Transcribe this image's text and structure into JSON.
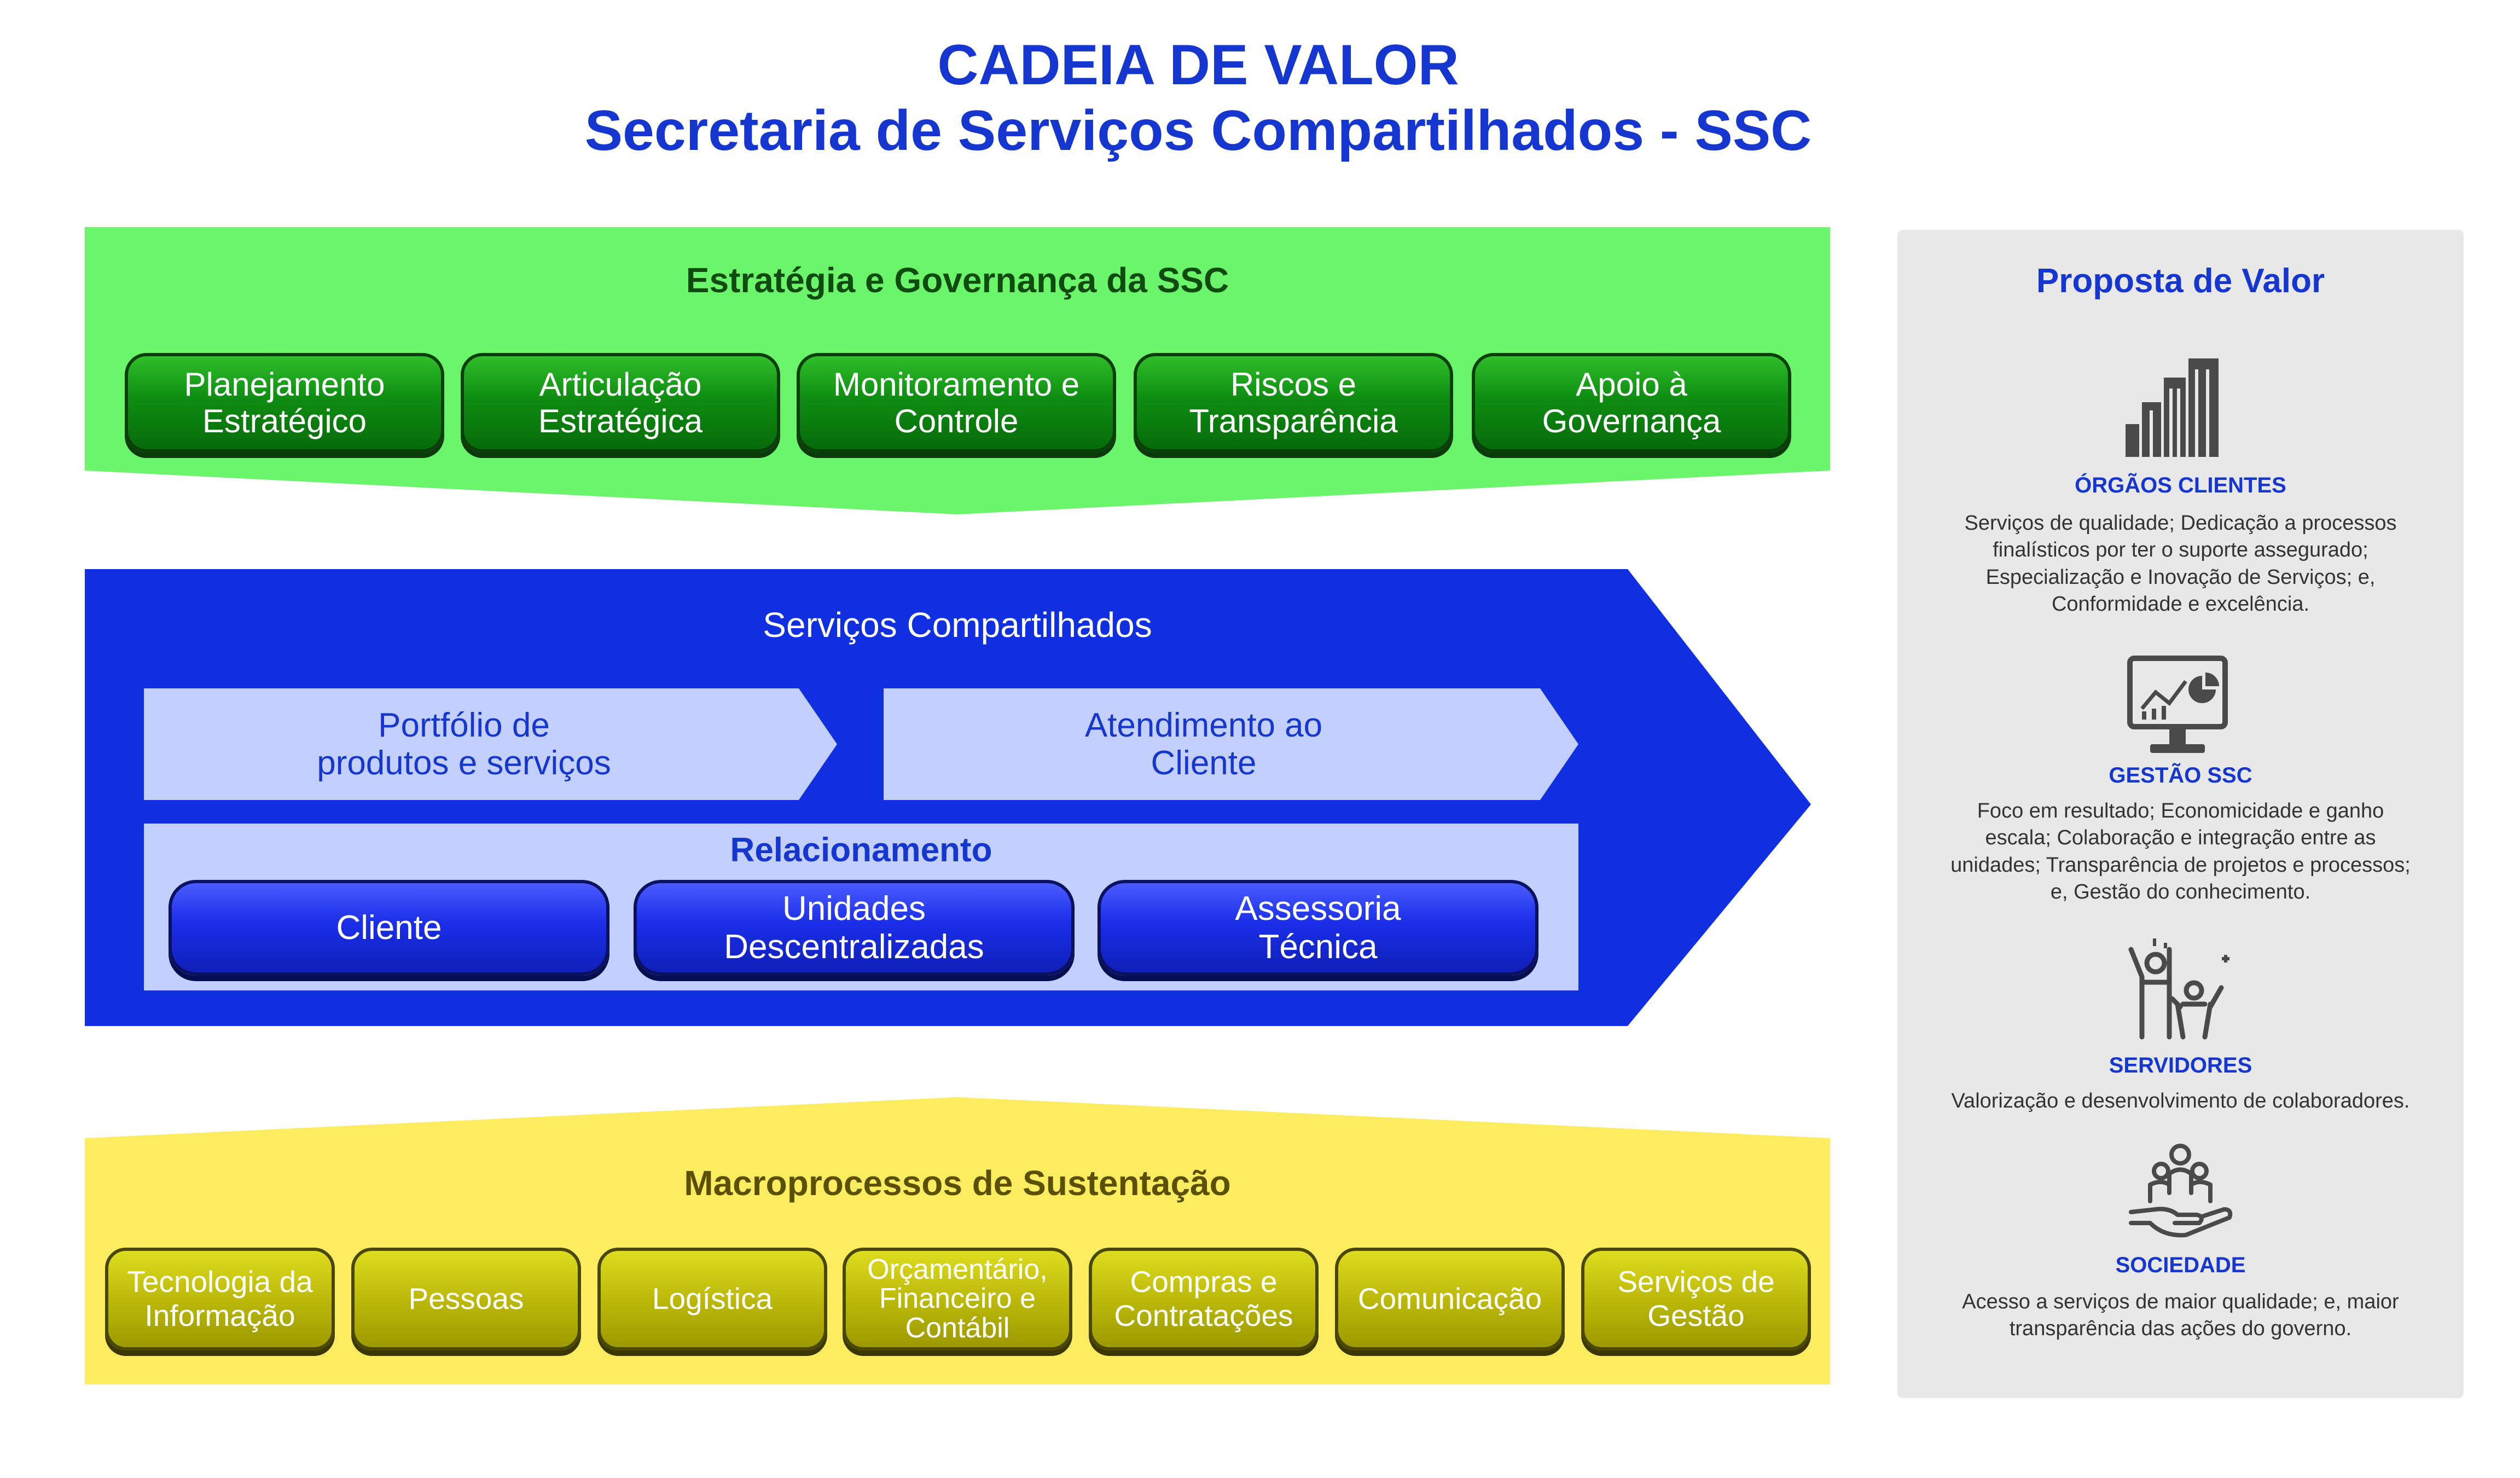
{
  "title": {
    "line1": "CADEIA DE VALOR",
    "line2": "Secretaria de Serviços Compartilhados - SSC"
  },
  "strategy": {
    "title": "Estratégia e Governança da SSC",
    "items": [
      {
        "label": "Planejamento\nEstratégico"
      },
      {
        "label": "Articulação\nEstratégica"
      },
      {
        "label": "Monitoramento e\nControle"
      },
      {
        "label": "Riscos e\nTransparência"
      },
      {
        "label": "Apoio à\nGovernança"
      }
    ]
  },
  "shared": {
    "title": "Serviços Compartilhados",
    "portfolio": "Portfólio de\nprodutos e serviços",
    "atendimento": "Atendimento ao\nCliente",
    "relacionamento": {
      "title": "Relacionamento",
      "items": [
        {
          "label": "Cliente"
        },
        {
          "label": "Unidades\nDescentralizadas"
        },
        {
          "label": "Assessoria\nTécnica"
        }
      ]
    }
  },
  "support": {
    "title": "Macroprocessos de Sustentação",
    "items": [
      {
        "label": "Tecnologia da\nInformação"
      },
      {
        "label": "Pessoas"
      },
      {
        "label": "Logística"
      },
      {
        "label": "Orçamentário,\nFinanceiro e\nContábil"
      },
      {
        "label": "Compras e\nContratações"
      },
      {
        "label": "Comunicação"
      },
      {
        "label": "Serviços de\nGestão"
      }
    ]
  },
  "value_proposal": {
    "title": "Proposta de Valor",
    "groups": [
      {
        "icon": "building-icon",
        "heading": "ÓRGÃOS CLIENTES",
        "text": "Serviços de qualidade; Dedicação a processos\nfinalísticos por ter o suporte assegurado;\nEspecialização e Inovação de Serviços; e,\nConformidade e excelência."
      },
      {
        "icon": "dashboard-monitor-icon",
        "heading": "GESTÃO SSC",
        "text": "Foco em resultado; Economicidade e ganho\nescala; Colaboração e integração entre as\nunidades; Transparência de projetos e processos;\ne, Gestão do conhecimento."
      },
      {
        "icon": "celebrating-people-icon",
        "heading": "SERVIDORES",
        "text": "Valorização e desenvolvimento de colaboradores."
      },
      {
        "icon": "hand-people-icon",
        "heading": "SOCIEDADE",
        "text": "Acesso a serviços de maior qualidade; e, maior\ntransparência das ações do governo."
      }
    ]
  },
  "colors": {
    "strategy_band": "#6af56a",
    "shared_arrow": "#0f2fe0",
    "light_band": "#c3cfff",
    "support_band": "#fbec60",
    "panel": "#e8e8e8",
    "title_blue": "#1637cf"
  }
}
